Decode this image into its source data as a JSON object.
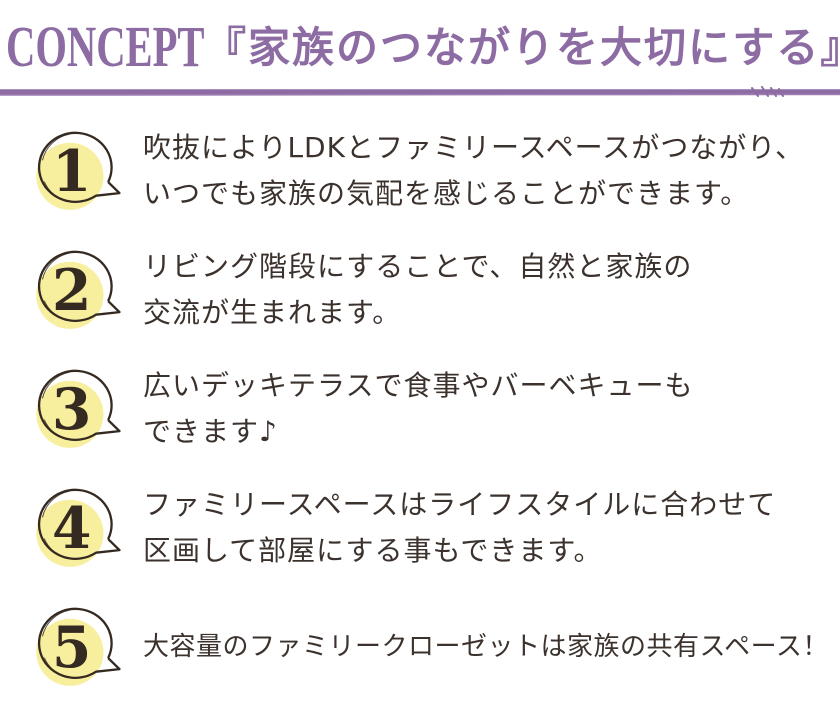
{
  "header": {
    "concept_label": "CONCEPT",
    "title": "『家族のつながりを大切にする』"
  },
  "colors": {
    "accent_purple": "#8d6ba3",
    "badge_yellow": "#f8ef9e",
    "badge_outline": "#352a21",
    "body_text": "#3c322d"
  },
  "items": [
    {
      "number": "1",
      "lines": [
        "吹抜によりLDKとファミリースペースがつながり、",
        "いつでも家族の気配を感じることができます。"
      ]
    },
    {
      "number": "2",
      "lines": [
        "リビング階段にすることで、自然と家族の",
        "交流が生まれます。"
      ]
    },
    {
      "number": "3",
      "lines": [
        "広いデッキテラスで食事やバーベキューも",
        "できます♪"
      ]
    },
    {
      "number": "4",
      "lines": [
        "ファミリースペースはライフスタイルに合わせて",
        "区画して部屋にする事もできます。"
      ]
    },
    {
      "number": "5",
      "lines": [
        "大容量のファミリークローゼットは家族の共有スペース！"
      ]
    }
  ]
}
